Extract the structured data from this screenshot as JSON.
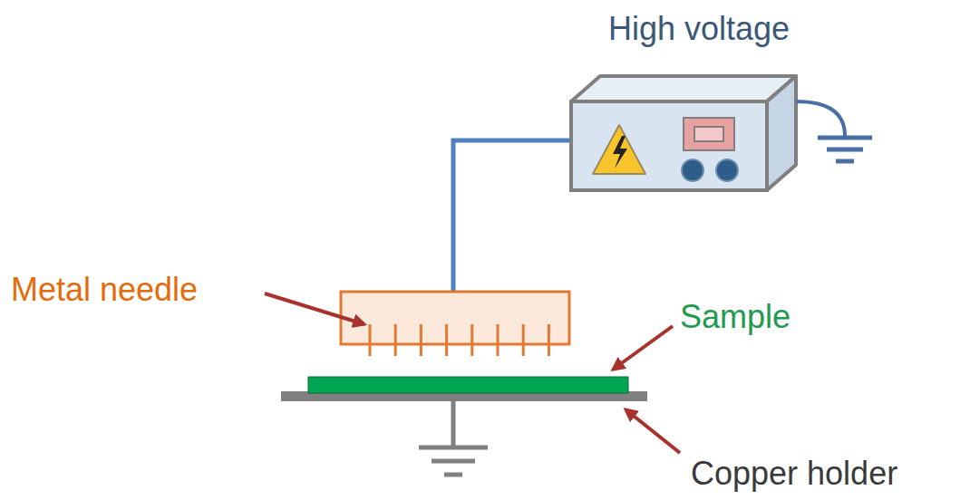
{
  "diagram": {
    "nodes": [
      {
        "text": [
          "High voltage"
        ]
      }
    ],
    "labels": [
      "Metal needle",
      "Sample",
      "Copper holder"
    ]
  }
}
